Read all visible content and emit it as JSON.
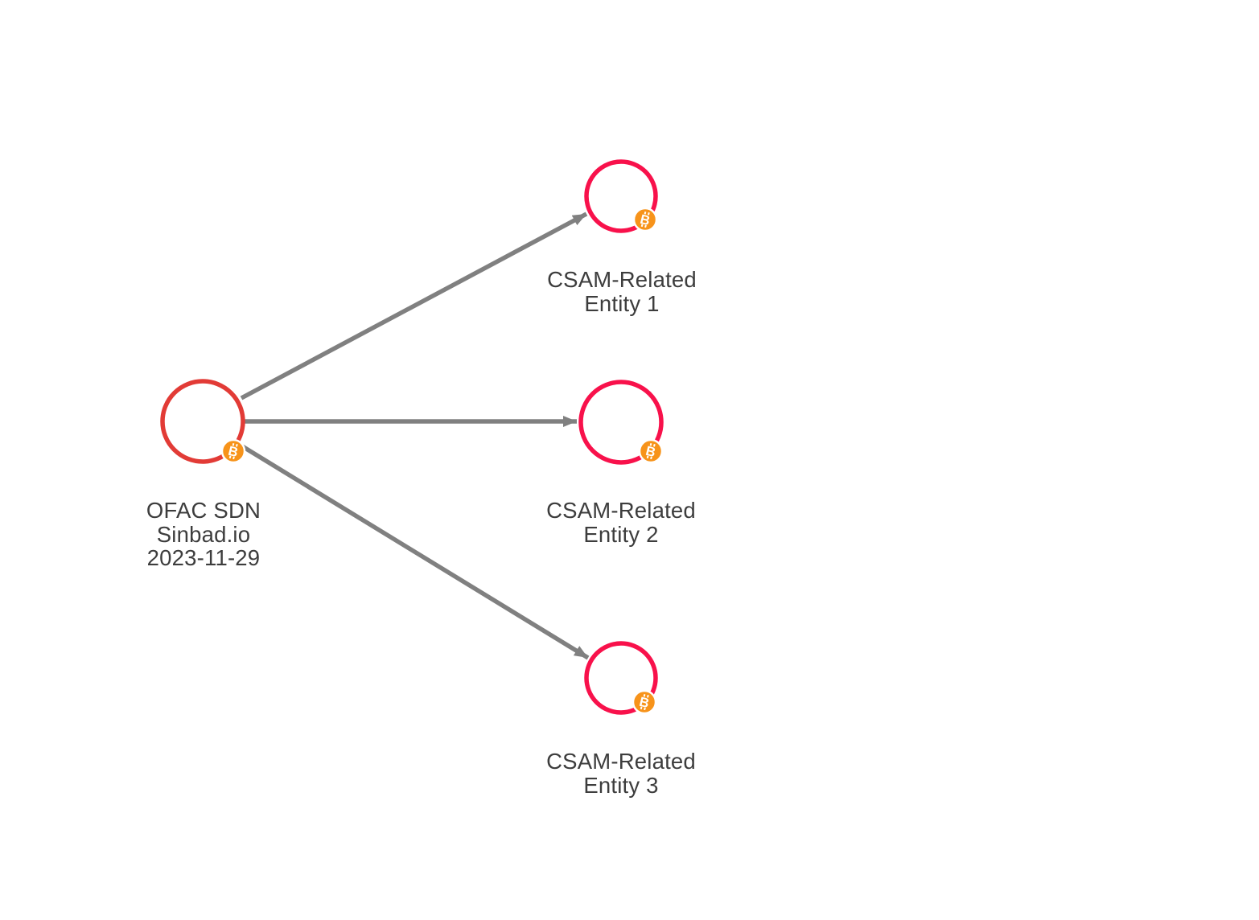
{
  "diagram": {
    "type": "graph",
    "colors": {
      "background": "#ffffff",
      "edge": "#808080",
      "source_node_stroke": "#e23b36",
      "target_node_stroke": "#f8114b",
      "badge_fill": "#f7931a",
      "badge_border": "#ffffff",
      "badge_glyph_color": "#ffffff",
      "label_text": "#3d3d3d"
    },
    "badge": {
      "icon": "bitcoin-icon",
      "asset": "Bitcoin",
      "glyph": "B"
    },
    "nodes": [
      {
        "id": "ofac-sdn-sinbad",
        "role": "source",
        "stroke": "#e23b36",
        "label_lines": [
          "OFAC SDN",
          "Sinbad.io",
          "2023-11-29"
        ]
      },
      {
        "id": "csam-entity-1",
        "role": "target",
        "stroke": "#f8114b",
        "label_lines": [
          "CSAM-Related",
          "Entity 1"
        ]
      },
      {
        "id": "csam-entity-2",
        "role": "target",
        "stroke": "#f8114b",
        "label_lines": [
          "CSAM-Related",
          "Entity 2"
        ]
      },
      {
        "id": "csam-entity-3",
        "role": "target",
        "stroke": "#f8114b",
        "label_lines": [
          "CSAM-Related",
          "Entity 3"
        ]
      }
    ],
    "edges": [
      {
        "from": "OFAC SDN Sinbad.io",
        "to": "CSAM-Related Entity 1"
      },
      {
        "from": "OFAC SDN Sinbad.io",
        "to": "CSAM-Related Entity 2"
      },
      {
        "from": "OFAC SDN Sinbad.io",
        "to": "CSAM-Related Entity 3"
      }
    ]
  }
}
